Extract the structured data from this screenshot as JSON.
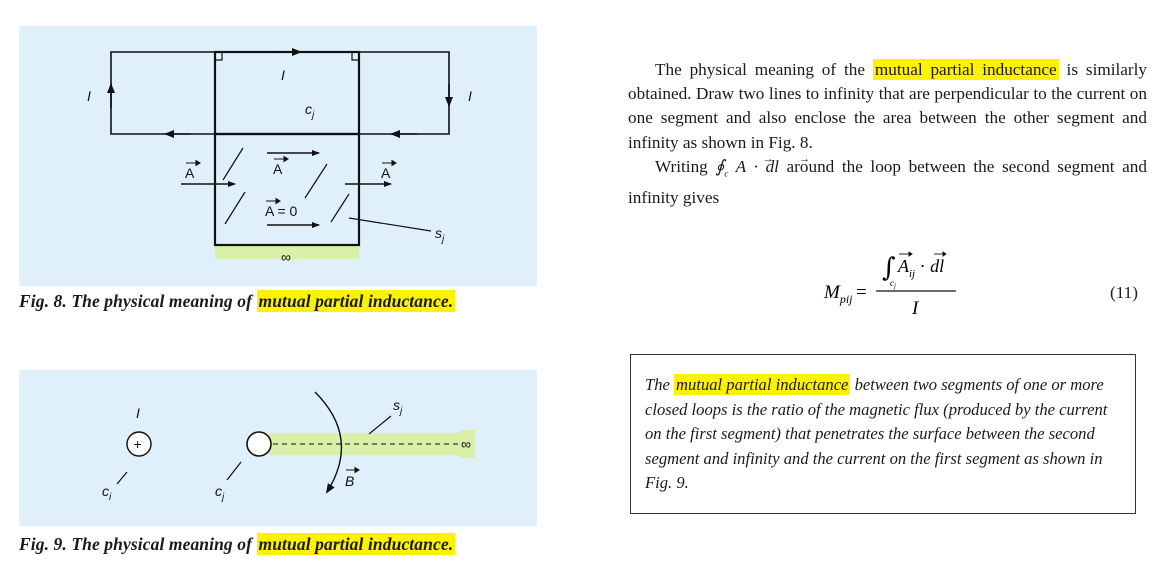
{
  "figure8": {
    "labels": {
      "current_left": "I",
      "current_right": "I",
      "current_top": "I",
      "segment_c": "c",
      "segment_c_sub": "j",
      "vector_left": "A",
      "vector_mid": "A",
      "vector_right": "A",
      "vector_zero": "A = 0",
      "surface_s": "s",
      "surface_s_sub": "j",
      "infinity": "∞"
    },
    "caption_prefix": "Fig. 8. The physical meaning of ",
    "caption_highlight": "mutual partial inductance."
  },
  "figure9": {
    "labels": {
      "current": "I",
      "plus": "+",
      "segment_ci": "c",
      "segment_ci_sub": "i",
      "segment_cj": "c",
      "segment_cj_sub": "j",
      "surface_s": "s",
      "surface_s_sub": "j",
      "infinity": "∞",
      "field_b": "B"
    },
    "caption_prefix": "Fig. 9. The physical meaning of ",
    "caption_highlight": "mutual partial inductance."
  },
  "text": {
    "para1_before": "The physical meaning of the ",
    "para1_highlight": "mutual partial inductance",
    "para1_after": " is similarly obtained. Draw two lines to infinity that are perpendicular to the current on one segment and also enclose the area between the other segment and infinity as shown in Fig. 8.",
    "para2_before": "Writing ",
    "para2_after": " around the loop between the second segment and infinity gives",
    "equation_lhs": "M",
    "equation_lhs_sub": "pij",
    "equation_numerator": "A",
    "equation_numerator_sub": "ij",
    "equation_dl": "dl",
    "equation_int_sub": "c",
    "equation_int_sub2": "j",
    "equation_denominator": "I",
    "equation_number": "(11)"
  },
  "boxed": {
    "before": "The ",
    "highlight": "mutual partial inductance",
    "after": " between two segments of one or more closed loops is the ratio of the magnetic flux (produced by the current on the first segment) that penetrates the surface between the second segment and infinity and the current on the first segment as shown in Fig. 9."
  },
  "colors": {
    "panel_background": "#dff0fa",
    "highlight": "#fff200",
    "surface_fill": "#d8f0a8"
  }
}
